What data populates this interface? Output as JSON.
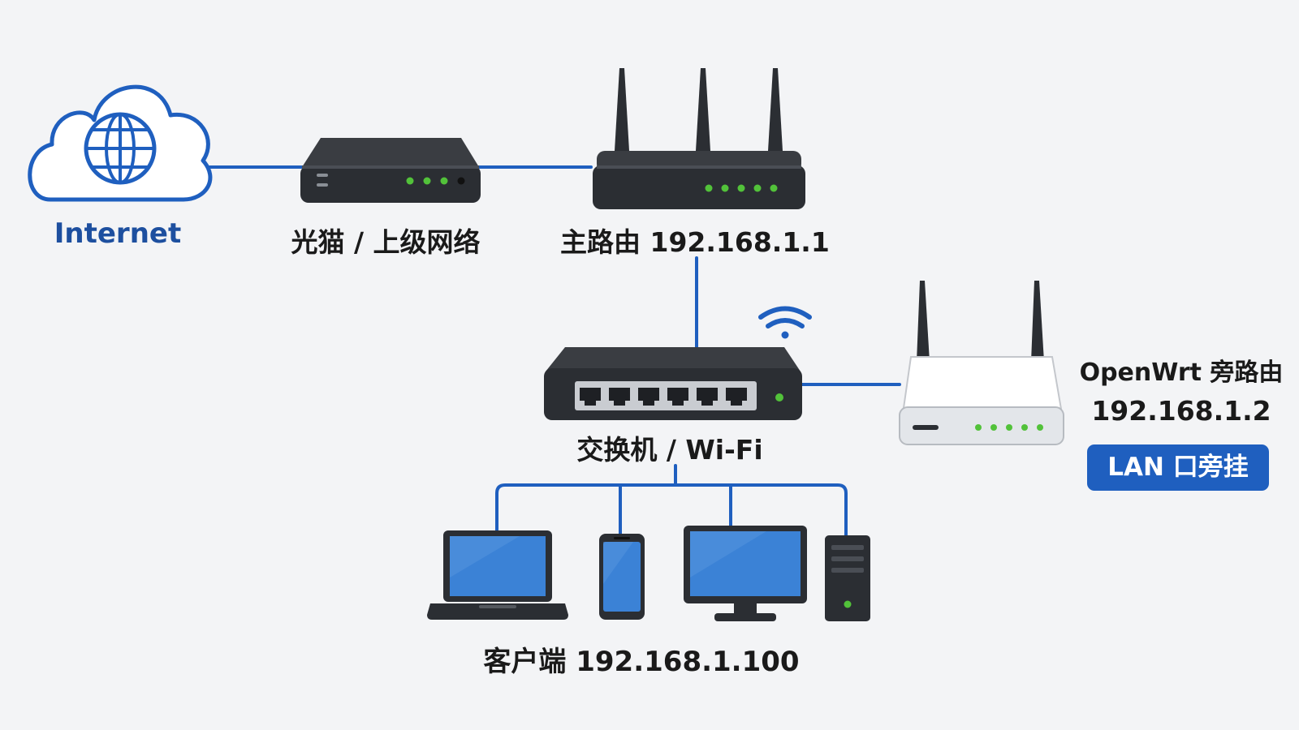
{
  "colors": {
    "link": "#1f5fbf",
    "cloud": "#1f5fbf",
    "device_dark": "#2b2e33",
    "led_green": "#52c23a",
    "screen_blue": "#3b82d6",
    "badge_bg": "#1f5fbf"
  },
  "icons": {
    "cloud": "cloud-globe-icon",
    "modem": "modem-icon",
    "main_router": "router-icon",
    "switch": "switch-icon",
    "wifi": "wifi-icon",
    "side_router": "router-icon",
    "laptop": "laptop-icon",
    "phone": "phone-icon",
    "desktop": "monitor-icon",
    "tower": "pc-tower-icon"
  },
  "nodes": {
    "internet": {
      "label": "Internet"
    },
    "modem": {
      "label": "光猫 / 上级网络"
    },
    "main_router": {
      "label": "主路由 192.168.1.1"
    },
    "switch": {
      "label": "交换机 / Wi-Fi"
    },
    "side_router": {
      "title": "OpenWrt 旁路由",
      "ip": "192.168.1.2",
      "badge": "LAN 口旁挂"
    },
    "clients": {
      "label": "客户端 192.168.1.100"
    }
  }
}
